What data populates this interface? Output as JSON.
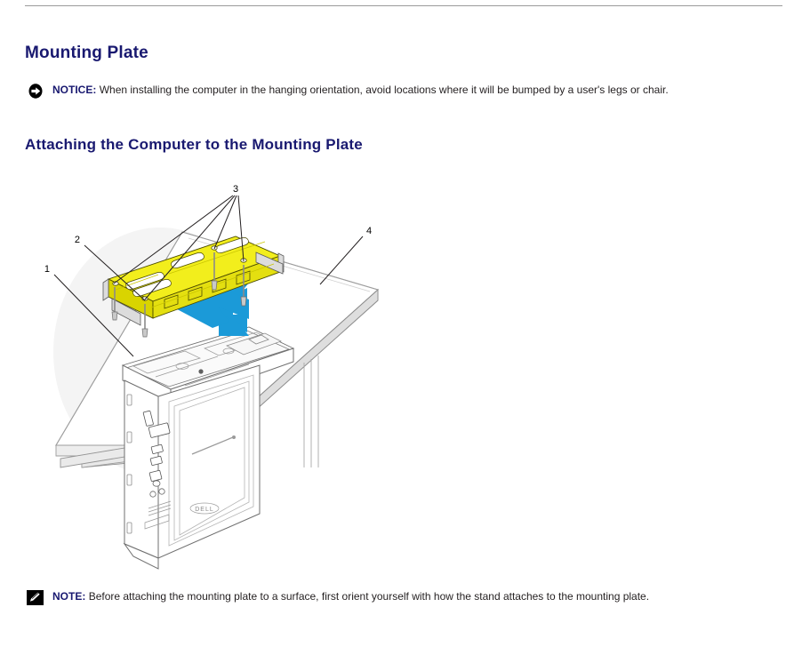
{
  "document": {
    "heading_1": "Mounting Plate",
    "heading_2": "Attaching the Computer to the Mounting Plate"
  },
  "notice": {
    "icon": "notice-arrow-icon",
    "label": "NOTICE:",
    "text": "When installing the computer in the hanging orientation, avoid locations where it will be bumped by a user's legs or chair."
  },
  "note": {
    "icon": "note-pencil-icon",
    "label": "NOTE:",
    "text": "Before attaching the mounting plate to a surface, first orient yourself with how the stand attaches to the mounting plate."
  },
  "figure": {
    "alt": "Exploded isometric view of a computer being attached under a desk surface with a mounting plate",
    "callouts": [
      {
        "id": "1",
        "label": "1"
      },
      {
        "id": "2",
        "label": "2"
      },
      {
        "id": "3",
        "label": "3"
      },
      {
        "id": "4",
        "label": "4"
      }
    ],
    "colors": {
      "plate_yellow": "#f2ee1c",
      "plate_yellow_shade": "#d9d400",
      "arrow_blue": "#1b9ad8",
      "line_dark": "#231f20",
      "surface_fill": "#ffffff",
      "surface_edge": "#bdbdbd",
      "shadow_gray": "#f2f2f2",
      "heading_navy": "#191970"
    }
  }
}
